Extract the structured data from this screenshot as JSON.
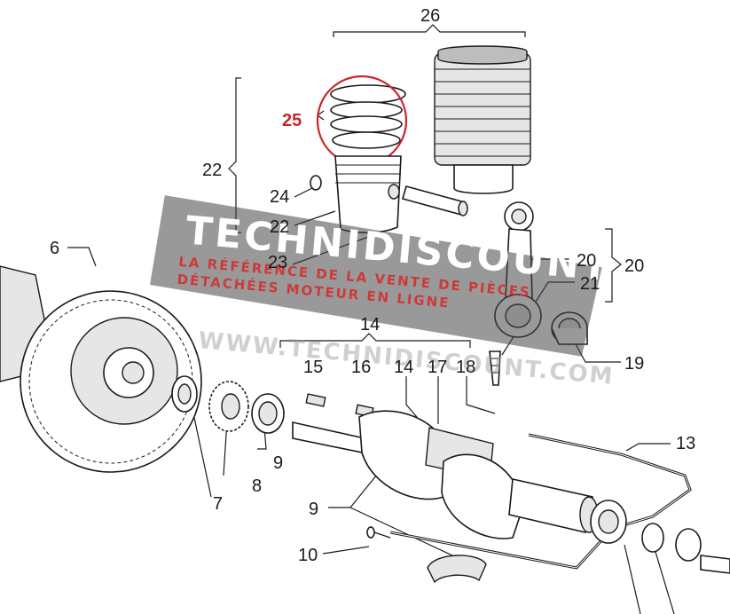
{
  "callouts": [
    {
      "id": "26",
      "text": "26",
      "highlight": false
    },
    {
      "id": "25",
      "text": "25",
      "highlight": true
    },
    {
      "id": "22a",
      "text": "22",
      "highlight": false
    },
    {
      "id": "24",
      "text": "24",
      "highlight": false
    },
    {
      "id": "22b",
      "text": "22",
      "highlight": false
    },
    {
      "id": "23",
      "text": "23",
      "highlight": false
    },
    {
      "id": "6",
      "text": "6",
      "highlight": false
    },
    {
      "id": "20a",
      "text": "20",
      "highlight": false
    },
    {
      "id": "20b",
      "text": "20",
      "highlight": false
    },
    {
      "id": "21",
      "text": "21",
      "highlight": false
    },
    {
      "id": "14a",
      "text": "14",
      "highlight": false
    },
    {
      "id": "19",
      "text": "19",
      "highlight": false
    },
    {
      "id": "15",
      "text": "15",
      "highlight": false
    },
    {
      "id": "16",
      "text": "16",
      "highlight": false
    },
    {
      "id": "14b",
      "text": "14",
      "highlight": false
    },
    {
      "id": "17",
      "text": "17",
      "highlight": false
    },
    {
      "id": "18",
      "text": "18",
      "highlight": false
    },
    {
      "id": "13",
      "text": "13",
      "highlight": false
    },
    {
      "id": "9a",
      "text": "9",
      "highlight": false
    },
    {
      "id": "8",
      "text": "8",
      "highlight": false
    },
    {
      "id": "7",
      "text": "7",
      "highlight": false
    },
    {
      "id": "9b",
      "text": "9",
      "highlight": false
    },
    {
      "id": "10",
      "text": "10",
      "highlight": false
    }
  ],
  "watermark": {
    "title": "TECHNIDISCOUNT",
    "line1": "LA RÉFÉRENCE DE LA VENTE DE PIÈCES",
    "line2": "DÉTACHÉES MOTEUR EN LIGNE",
    "url": "WWW.TECHNIDISCOUNT.COM"
  },
  "colors": {
    "highlight": "#c8262c",
    "ink": "#1a1a1a",
    "watermark_band": "#464646"
  }
}
